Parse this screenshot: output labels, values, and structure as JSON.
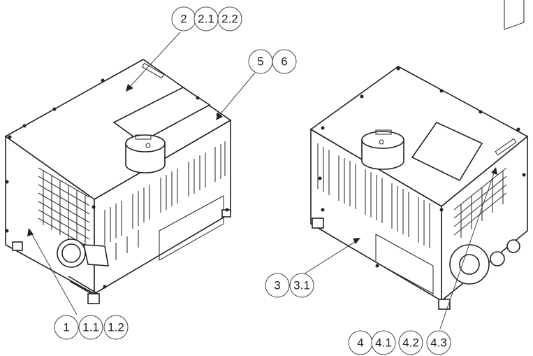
{
  "callouts": {
    "group_2": [
      "2",
      "2.1",
      "2.2"
    ],
    "group_5": [
      "5",
      "6"
    ],
    "group_1": [
      "1",
      "1.1",
      "1.2"
    ],
    "group_3": [
      "3",
      "3.1"
    ],
    "group_4": [
      "4",
      "4.1",
      "4.2",
      "4.3"
    ]
  }
}
